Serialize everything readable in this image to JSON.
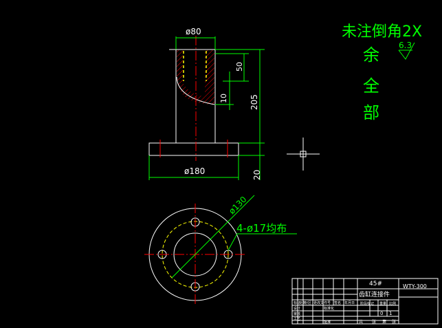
{
  "drawing": {
    "note_chamfer": "未注倒角2X",
    "note_roughness_vertical": [
      "余",
      "全",
      "部"
    ],
    "roughness_value": "6.3",
    "dimensions": {
      "top_diameter": "ø80",
      "bore_depth": "50",
      "transition": "10",
      "total_height": "205",
      "flange_diameter": "ø180",
      "flange_thickness": "20",
      "bolt_circle": "ø130",
      "holes": "4-ø17均布"
    }
  },
  "title_block": {
    "material": "45#",
    "part_name": "齿缸连接件",
    "drawing_no": "WTY-300",
    "grid_labels": [
      "标记",
      "处数",
      "分区",
      "更改文件号",
      "签名",
      "年月日",
      "设计",
      "标准化",
      "阶段标记",
      "重量",
      "比例",
      "审核",
      "工艺",
      "批准",
      "共",
      "张",
      "第",
      "张"
    ],
    "scale_value": "1",
    "quantity_value": "0"
  },
  "colors": {
    "outline": "#ffffff",
    "center_line": "#ff0000",
    "hidden_line": "#ffff00",
    "dimension": "#00ff00",
    "hatch": "#ff0000",
    "background": "#000000"
  }
}
